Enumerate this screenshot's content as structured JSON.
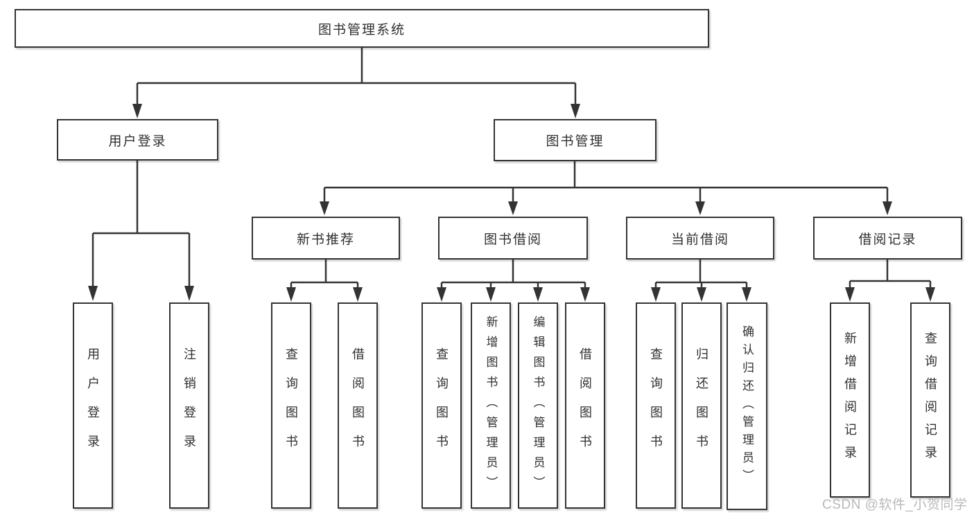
{
  "diagram": {
    "nodes": {
      "root": {
        "label": "图书管理系统"
      },
      "user_login": {
        "label": "用户登录"
      },
      "book_mgmt": {
        "label": "图书管理"
      },
      "new_book_rec": {
        "label": "新书推荐"
      },
      "book_borrow": {
        "label": "图书借阅"
      },
      "current_borrow": {
        "label": "当前借阅"
      },
      "borrow_records": {
        "label": "借阅记录"
      },
      "user_login_leaf": {
        "label": "用户登录"
      },
      "logout_leaf": {
        "label": "注销登录"
      },
      "query_book_a": {
        "label": "查询图书"
      },
      "borrow_book_a": {
        "label": "借阅图书"
      },
      "query_book_b": {
        "label": "查询图书"
      },
      "add_book": {
        "label": "新增图书（管理员）"
      },
      "edit_book": {
        "label": "编辑图书（管理员）"
      },
      "borrow_book_b": {
        "label": "借阅图书"
      },
      "query_book_c": {
        "label": "查询图书"
      },
      "return_book": {
        "label": "归还图书"
      },
      "confirm_return": {
        "label": "确认归还（管理员）"
      },
      "add_borrow_record": {
        "label": "新增借阅记录"
      },
      "query_borrow_record": {
        "label": "查询借阅记录"
      }
    },
    "hierarchy": {
      "图书管理系统": {
        "用户登录": [
          "用户登录",
          "注销登录"
        ],
        "图书管理": {
          "新书推荐": [
            "查询图书",
            "借阅图书"
          ],
          "图书借阅": [
            "查询图书",
            "新增图书（管理员）",
            "编辑图书（管理员）",
            "借阅图书"
          ],
          "当前借阅": [
            "查询图书",
            "归还图书",
            "确认归还（管理员）"
          ],
          "借阅记录": [
            "新增借阅记录",
            "查询借阅记录"
          ]
        }
      }
    }
  },
  "watermark": "CSDN @软件_小贺同学",
  "colors": {
    "line": "#333333",
    "box_border": "#333333",
    "box_fill": "#ffffff",
    "text": "#303030",
    "watermark": "#b9b9b9"
  }
}
